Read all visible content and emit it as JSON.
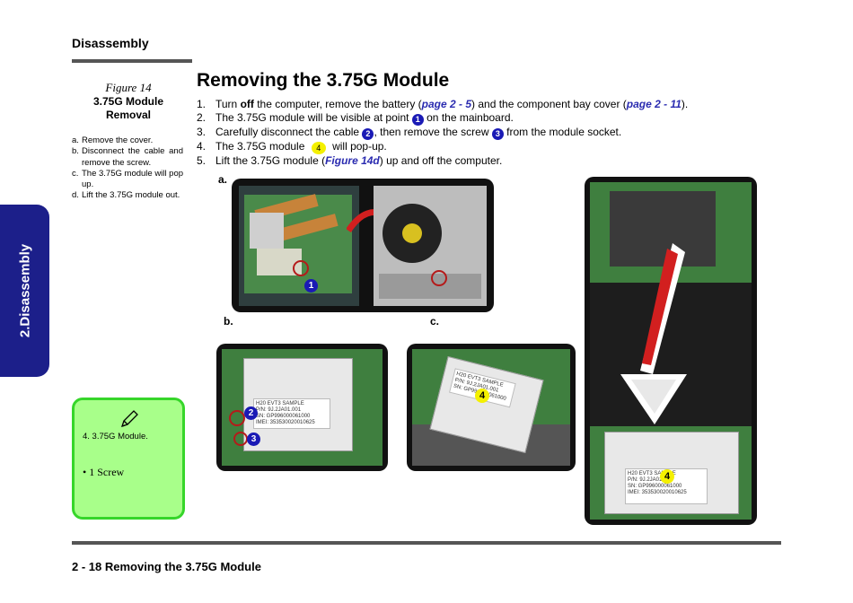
{
  "header": {
    "section": "Disassembly"
  },
  "side_tab": {
    "label": "2.Disassembly"
  },
  "figure": {
    "number": "Figure 14",
    "title_line1": "3.75G Module",
    "title_line2": "Removal",
    "items": [
      {
        "letter": "a.",
        "text": "Remove the cover."
      },
      {
        "letter": "b.",
        "text": "Disconnect the cable and remove the screw."
      },
      {
        "letter": "c.",
        "text": "The 3.75G module will pop up."
      },
      {
        "letter": "d.",
        "text": "Lift the 3.75G module out."
      }
    ]
  },
  "main": {
    "title": "Removing the 3.75G Module",
    "steps": {
      "s1": {
        "num": "1.",
        "pre": "Turn ",
        "bold": "off",
        "mid": " the computer, remove the battery (",
        "link1": "page 2 - 5",
        "mid2": ") and the component bay cover (",
        "link2": "page 2 - 11",
        "post": ")."
      },
      "s2": {
        "num": "2.",
        "pre": "The 3.75G module will be visible at point ",
        "badge": "1",
        "post": " on the mainboard."
      },
      "s3": {
        "num": "3.",
        "pre": "Carefully disconnect the cable ",
        "badge1": "2",
        "mid": ", then remove the screw ",
        "badge2": "3",
        "post": " from the module socket."
      },
      "s4": {
        "num": "4.",
        "pre": "The 3.75G module ",
        "badge": "4",
        "post": " will pop-up."
      },
      "s5": {
        "num": "5.",
        "pre": "Lift the 3.75G module (",
        "link": "Figure 14d",
        "post": ") up and off the computer."
      }
    }
  },
  "photos": {
    "label_a": "a.",
    "label_b": "b.",
    "label_c": "c.",
    "badge_1": "1",
    "badge_2": "2",
    "badge_3": "3",
    "badge_4": "4",
    "sticker_b": [
      "H20 EVT3 SAMPLE",
      "P/N: 9J.2JA01.001",
      "SN: GP996000061000",
      "IMEI: 353530020010625"
    ],
    "sticker_c": [
      "H20 EVT3 SAMPLE",
      "P/N: 9J.2JA01.001",
      "SN: GP996000061000"
    ],
    "sticker_d": [
      "H20 EVT3 SAMPLE",
      "P/N: 9J.2JA01.",
      "SN: GP996000061000",
      "IMEI: 353530020010625"
    ]
  },
  "note": {
    "item": "4.   3.75G Module.",
    "bullet": "•    1 Screw"
  },
  "footer": {
    "text": "2  -  18  Removing the 3.75G Module"
  },
  "colors": {
    "side_tab": "#1c1f8a",
    "link": "#2a2bb0",
    "badge_blue": "#1a1ab5",
    "badge_yellow": "#f4f000",
    "note_bg": "#a8ff8a",
    "note_border": "#36d62a"
  }
}
